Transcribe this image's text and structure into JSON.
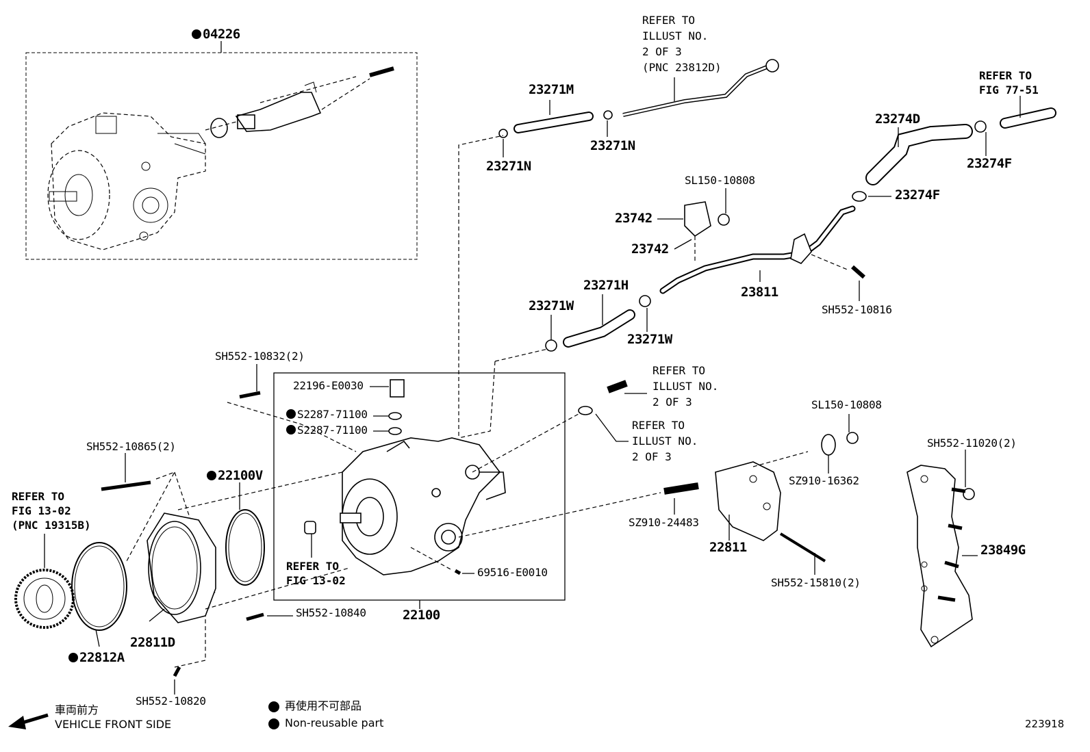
{
  "diagram_id": "223918",
  "callouts": {
    "inset_part": "04226",
    "hose_23271M": "23271M",
    "clip_23271N_left": "23271N",
    "clip_23271N_right": "23271N",
    "ref_illust_top": "REFER TO\nILLUST NO.\n2 OF 3\n(PNC 23812D)",
    "ref_fig_77": "REFER TO\nFIG 77-51",
    "hose_23274D": "23274D",
    "clip_23274F_top": "23274F",
    "clip_23274F_mid": "23274F",
    "nut_SL150_top": "SL150-10808",
    "clamp_23742_a": "23742",
    "clamp_23742_b": "23742",
    "hose_23271H": "23271H",
    "clip_23271W_left": "23271W",
    "clip_23271W_right": "23271W",
    "pipe_23811": "23811",
    "bolt_SH552_10816": "SH552-10816",
    "bolt_SH552_10832": "SH552-10832(2)",
    "plug_22196": "22196-E0030",
    "gasket_a": "S2287-71100",
    "gasket_b": "S2287-71100",
    "ref_illust_mid_a": "REFER TO\nILLUST NO.\n2 OF 3",
    "ref_illust_mid_b": "REFER TO\nILLUST NO.\n2 OF 3",
    "nut_SL150_mid": "SL150-10808",
    "washer_SZ910_16362": "SZ910-16362",
    "bolt_SH552_11020": "SH552-11020(2)",
    "bolt_SH552_10865": "SH552-10865(2)",
    "oring_22100V": "22100V",
    "ref_fig_13_left": "REFER TO\nFIG 13-02\n(PNC 19315B)",
    "ref_fig_13_mid": "REFER TO\nFIG 13-02",
    "pin_69516": "69516-E0010",
    "stud_SZ910_24483": "SZ910-24483",
    "bracket_22811": "22811",
    "bolt_SH552_15810": "SH552-15810(2)",
    "bracket_23849G": "23849G",
    "bolt_SH552_10840": "SH552-10840",
    "pump_22100": "22100",
    "plate_22811D": "22811D",
    "oring_22812A": "22812A",
    "bolt_SH552_10820": "SH552-10820"
  },
  "legend": {
    "direction_jp": "車両前方",
    "direction_en": "VEHICLE FRONT SIDE",
    "nonreuse_jp": "再使用不可部品",
    "nonreuse_en": "Non-reusable part"
  }
}
